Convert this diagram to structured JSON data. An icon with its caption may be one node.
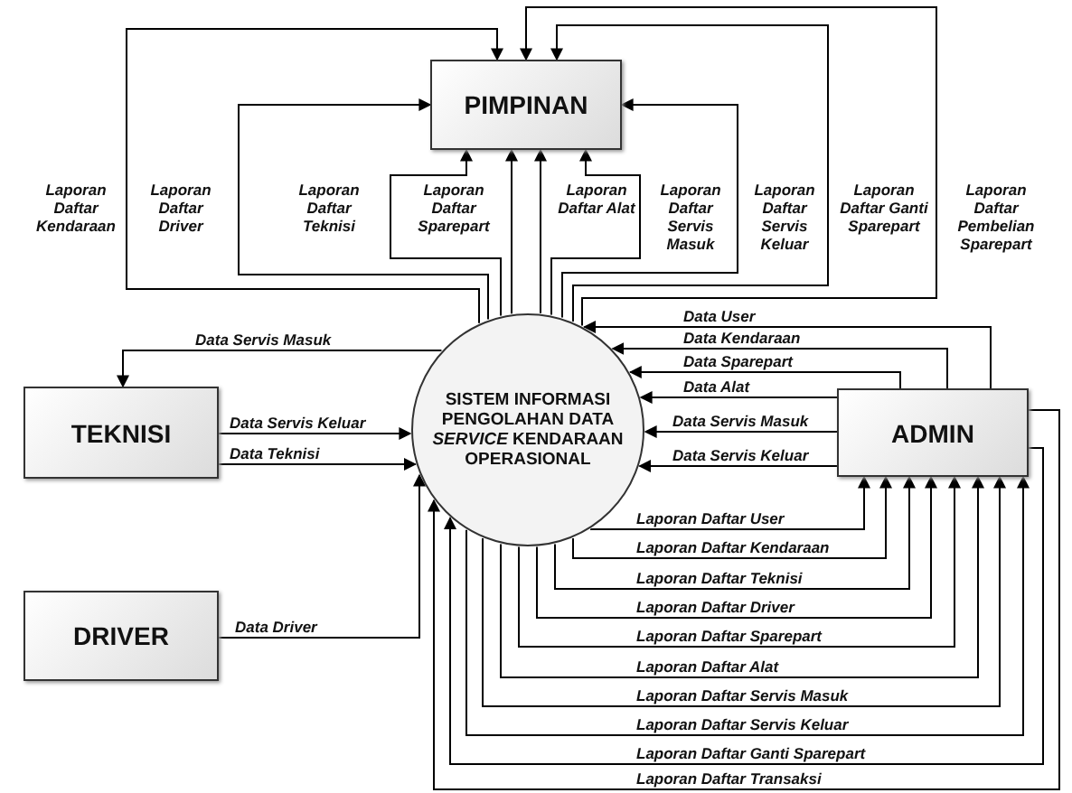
{
  "diagram": {
    "nodes": [
      {
        "text": [
          "PIMPINAN"
        ]
      },
      {
        "text": [
          "TEKNISI"
        ]
      },
      {
        "text": [
          "SISTEM INFORMASI PENGOLAHAN DATA *SERVICE* KENDARAAN OPERASIONAL"
        ]
      },
      {
        "text": [
          "ADMIN"
        ]
      },
      {
        "text": [
          "DRIVER"
        ]
      }
    ],
    "edges": [
      {
        "from": 2,
        "to": 0,
        "arrow": "to",
        "label": "Laporan Daftar Kendaraan"
      },
      {
        "from": 2,
        "to": 0,
        "arrow": "to",
        "label": "Laporan Daftar Driver"
      },
      {
        "from": 2,
        "to": 0,
        "arrow": "to",
        "label": "Laporan Daftar Teknisi"
      },
      {
        "from": 2,
        "to": 0,
        "arrow": "to",
        "label": "Laporan Daftar Sparepart"
      },
      {
        "from": 2,
        "to": 0,
        "arrow": "to",
        "label": "Laporan Daftar Alat"
      },
      {
        "from": 2,
        "to": 0,
        "arrow": "to",
        "label": "Laporan Daftar Servis Masuk"
      },
      {
        "from": 2,
        "to": 0,
        "arrow": "to",
        "label": "Laporan Daftar Servis Keluar"
      },
      {
        "from": 2,
        "to": 0,
        "arrow": "to",
        "label": "Laporan Daftar Ganti Sparepart"
      },
      {
        "from": 2,
        "to": 0,
        "arrow": "to",
        "label": "Laporan Daftar Pembelian Sparepart"
      },
      {
        "from": 2,
        "to": 1,
        "arrow": "to",
        "label": "Data Servis Masuk"
      },
      {
        "from": 3,
        "to": 2,
        "arrow": "to",
        "label": "Data User"
      },
      {
        "from": 3,
        "to": 2,
        "arrow": "to",
        "label": "Data Kendaraan"
      },
      {
        "from": 3,
        "to": 2,
        "arrow": "to",
        "label": "Data Sparepart"
      },
      {
        "from": 3,
        "to": 2,
        "arrow": "to",
        "label": "Data Alat"
      },
      {
        "from": 1,
        "to": 2,
        "arrow": "to",
        "label": "Data Servis Keluar"
      },
      {
        "from": 3,
        "to": 2,
        "arrow": "to",
        "label": "Data Servis Masuk"
      },
      {
        "from": 1,
        "to": 2,
        "arrow": "to",
        "label": "Data Teknisi"
      },
      {
        "from": 3,
        "to": 2,
        "arrow": "to",
        "label": "Data Servis Keluar"
      },
      {
        "from": 2,
        "to": 3,
        "arrow": "to",
        "label": "Laporan Daftar User"
      },
      {
        "from": 2,
        "to": 3,
        "arrow": "to",
        "label": "Laporan Daftar Kendaraan"
      },
      {
        "from": 2,
        "to": 3,
        "arrow": "to",
        "label": "Laporan Daftar Teknisi"
      },
      {
        "from": 4,
        "to": 2,
        "arrow": "to",
        "label": "Data Driver"
      },
      {
        "from": 2,
        "to": 3,
        "arrow": "to",
        "label": "Laporan Daftar Driver"
      },
      {
        "from": 2,
        "to": 3,
        "arrow": "to",
        "label": "Laporan Daftar Sparepart"
      },
      {
        "from": 2,
        "to": 3,
        "arrow": "to",
        "label": "Laporan Daftar Alat"
      },
      {
        "from": 2,
        "to": 3,
        "arrow": "to",
        "label": "Laporan Daftar Servis Masuk"
      },
      {
        "from": 2,
        "to": 3,
        "arrow": "to",
        "label": "Laporan Daftar Servis Keluar"
      },
      {
        "from": 3,
        "to": 2,
        "arrow": "to",
        "label": "Laporan Daftar Ganti Sparepart"
      },
      {
        "from": 3,
        "to": 2,
        "arrow": "to",
        "label": "Laporan Daftar Transaksi"
      }
    ]
  }
}
